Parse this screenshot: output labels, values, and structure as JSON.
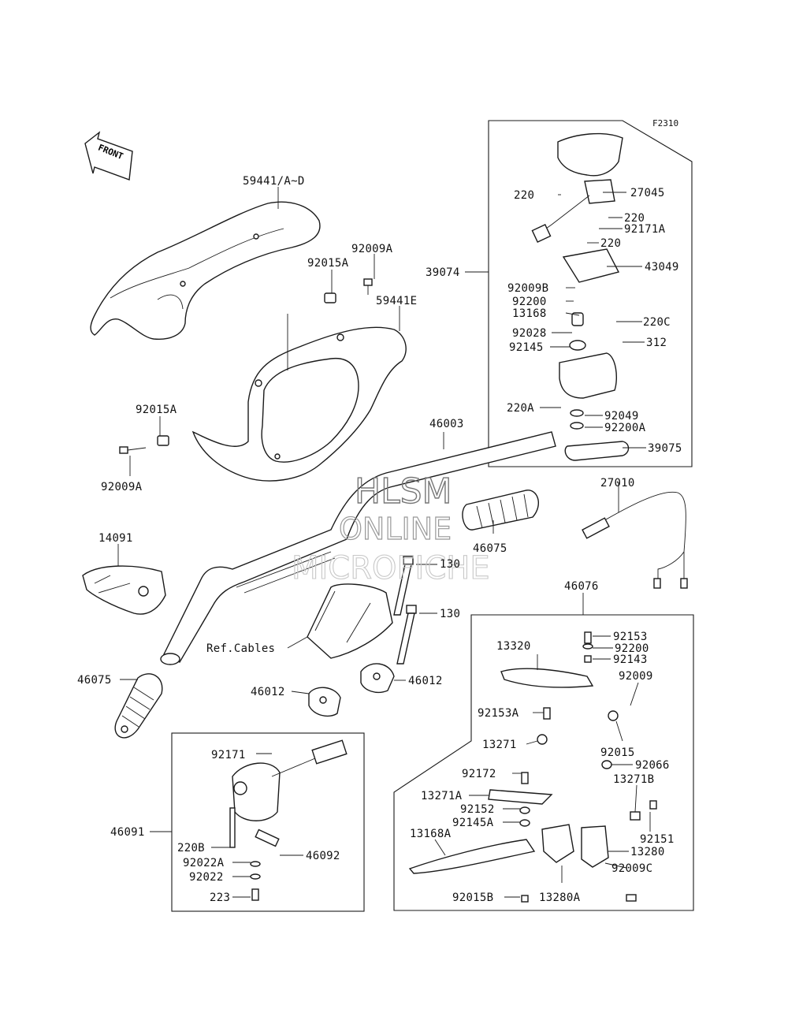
{
  "figure_code": "F2310",
  "front_label": "FRONT",
  "watermark": {
    "line1": "HLSM",
    "line2": "ONLINE",
    "line3": "MICROFICHE"
  },
  "ref_cables_label": "Ref.Cables",
  "part_labels": {
    "p59441_a_d": "59441/A~D",
    "p92009a_top": "92009A",
    "p92015a_top": "92015A",
    "p59441e": "59441E",
    "p92015a_left": "92015A",
    "p92009a_left": "92009A",
    "p46003": "46003",
    "p14091": "14091",
    "p46075_right": "46075",
    "p46075_left": "46075",
    "p130_a": "130",
    "p130_b": "130",
    "p46012_a": "46012",
    "p46012_b": "46012",
    "p27010": "27010",
    "p46076": "46076",
    "p39074": "39074",
    "p220_a": "220",
    "p27045": "27045",
    "p220_b": "220",
    "p92171a": "92171A",
    "p220_c": "220",
    "p43049": "43049",
    "p92009b": "92009B",
    "p92200": "92200",
    "p13168": "13168",
    "p220c": "220C",
    "p92028": "92028",
    "p312": "312",
    "p92145": "92145",
    "p220a": "220A",
    "p92049": "92049",
    "p92200a": "92200A",
    "p39075": "39075",
    "p92171": "92171",
    "p46091": "46091",
    "p220b": "220B",
    "p92022a": "92022A",
    "p92022": "92022",
    "p223": "223",
    "p46092": "46092",
    "p13320": "13320",
    "p92153": "92153",
    "p92200_b": "92200",
    "p92143": "92143",
    "p92009": "92009",
    "p92153a": "92153A",
    "p13271": "13271",
    "p92015": "92015",
    "p92066": "92066",
    "p92172": "92172",
    "p13271b": "13271B",
    "p13271a": "13271A",
    "p92152": "92152",
    "p92145a": "92145A",
    "p92151": "92151",
    "p13168a": "13168A",
    "p13280": "13280",
    "p92009c": "92009C",
    "p92015b": "92015B",
    "p13280a": "13280A"
  }
}
